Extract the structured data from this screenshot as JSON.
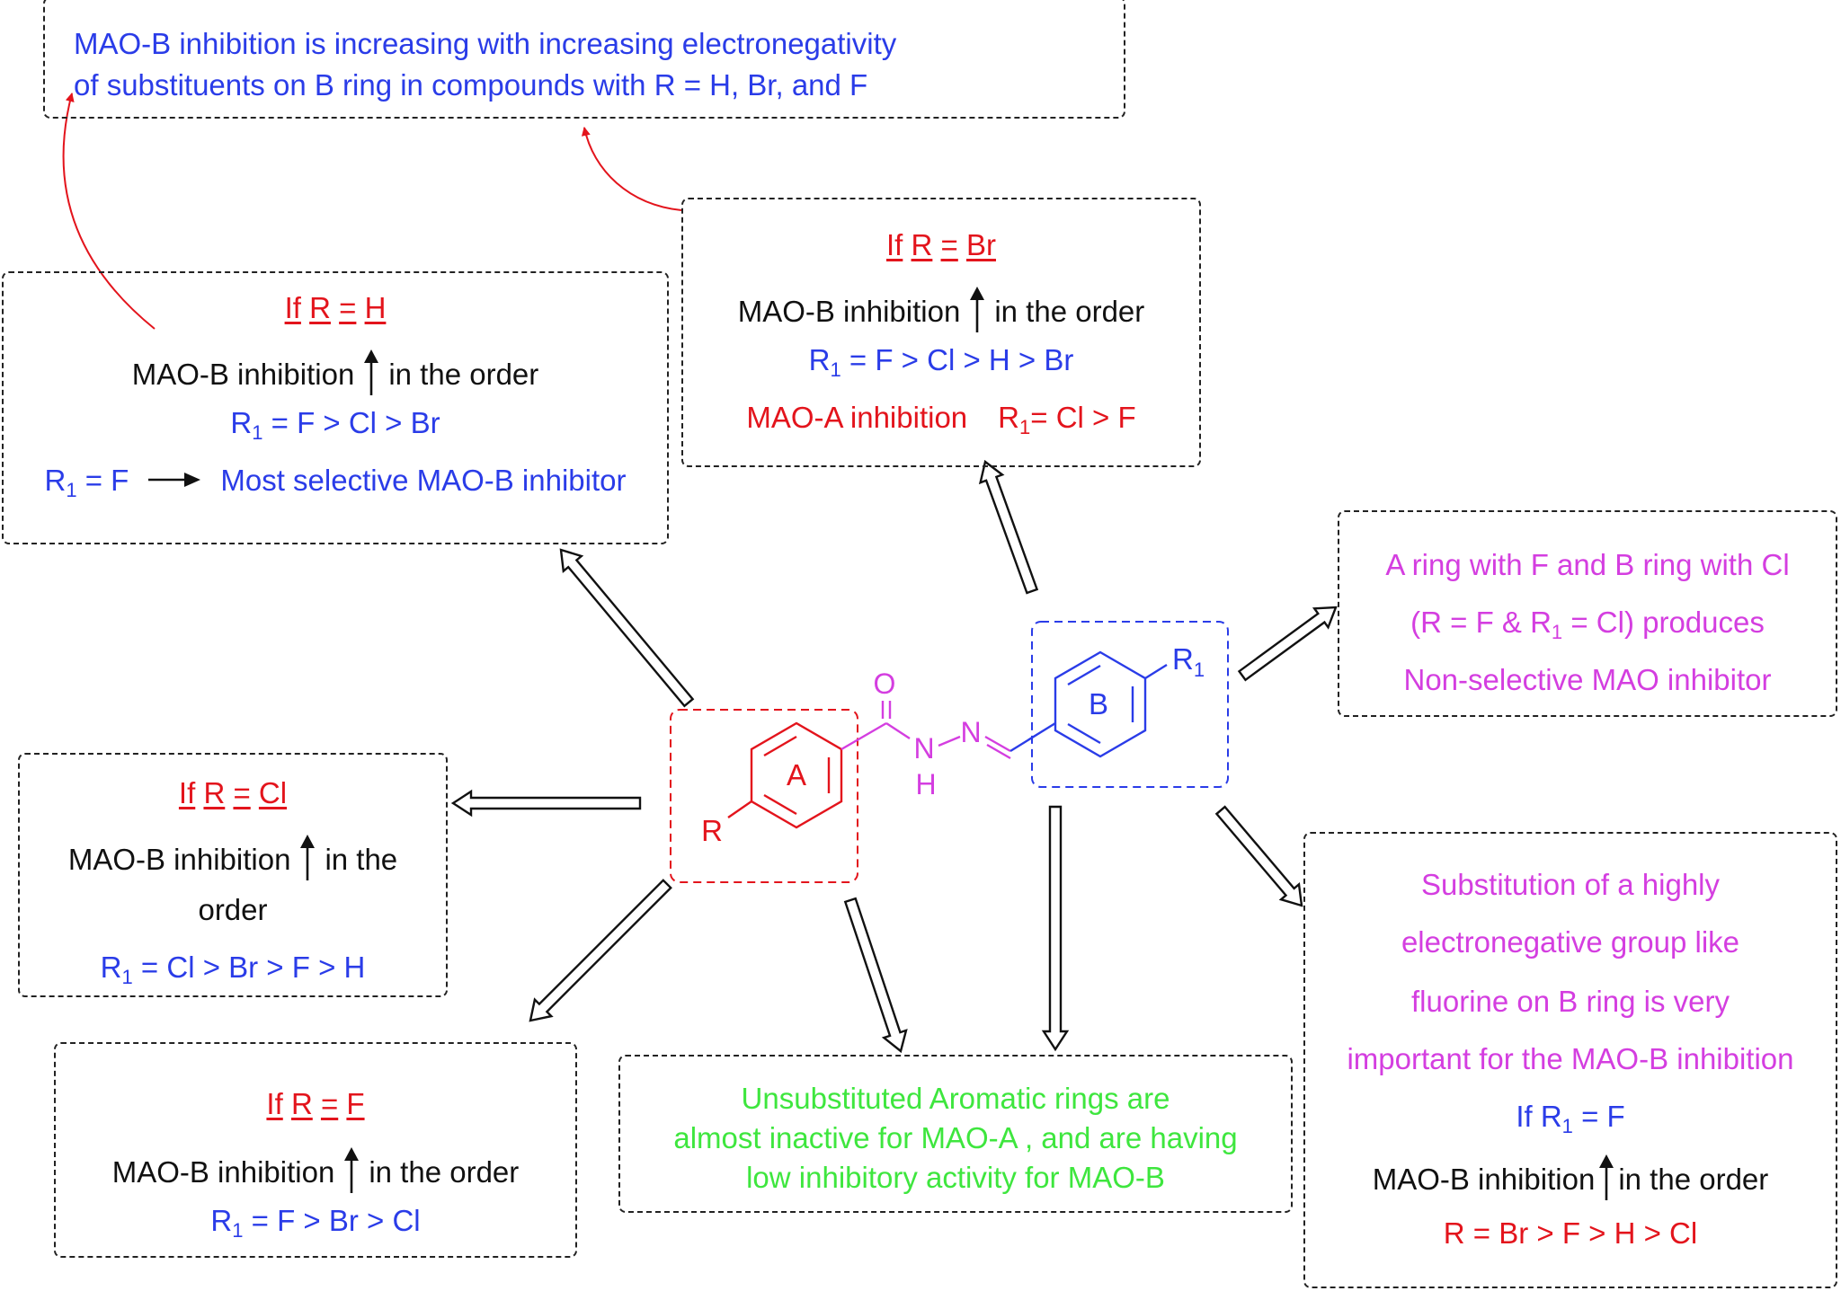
{
  "top_note": {
    "line1": "MAO-B inhibition is increasing with increasing electronegativity",
    "line2": "of substituents on B ring in compounds with R = H, Br, and F"
  },
  "box_h": {
    "cond_if": "If",
    "cond_r": "R",
    "cond_eq": "=",
    "cond_val": "H",
    "trend_pre": "MAO-B inhibition",
    "trend_post": "in the order",
    "order_r1": "R",
    "order_sub": "1",
    "order_rest": " = F > Cl > Br",
    "sel_r1": "R",
    "sel_sub": "1",
    "sel_eq": " = F",
    "sel_text": "Most selective MAO-B inhibitor"
  },
  "box_br": {
    "cond_if": "If",
    "cond_r": "R",
    "cond_eq": "=",
    "cond_val": "Br",
    "trend_pre": "MAO-B inhibition",
    "trend_post": "in the order",
    "order_r1": "R",
    "order_sub": "1",
    "order_rest": " = F > Cl > H > Br",
    "maoa_text": "MAO-A inhibition",
    "maoa_r1": "R",
    "maoa_sub": "1",
    "maoa_rest": "= Cl > F"
  },
  "box_nonsel": {
    "line1": "A ring with F and B ring with Cl",
    "line2_pre": "(R = F & R",
    "line2_sub": "1",
    "line2_post": " = Cl) produces",
    "line3": "Non-selective MAO inhibitor"
  },
  "box_cl": {
    "cond_if": "If",
    "cond_r": "R",
    "cond_eq": "=",
    "cond_val": "Cl",
    "trend_pre": "MAO-B inhibition",
    "trend_post": "in the",
    "trend_line2": "order",
    "order_r1": "R",
    "order_sub": "1",
    "order_rest": " = Cl > Br > F > H"
  },
  "box_f": {
    "cond_if": "If",
    "cond_r": "R",
    "cond_eq": "=",
    "cond_val": "F",
    "trend_pre": "MAO-B inhibition",
    "trend_post": "in the order",
    "order_r1": "R",
    "order_sub": "1",
    "order_rest": " = F > Br > Cl"
  },
  "box_unsub": {
    "line1": "Unsubstituted Aromatic rings  are",
    "line2": "almost inactive for MAO-A , and are having",
    "line3": "low inhibitory activity for MAO-B"
  },
  "box_fluorine": {
    "line1": "Substitution of a highly",
    "line2": "electronegative group like",
    "line3": "fluorine on B ring is very",
    "line4": "important for the MAO-B inhibition",
    "if_pre": "If R",
    "if_sub": "1",
    "if_post": " = F",
    "trend_pre": "MAO-B inhibition",
    "trend_post": "in the order",
    "order": "R = Br > F > H > Cl"
  },
  "molecule": {
    "ring_a": "A",
    "ring_b": "B",
    "r": "R",
    "r1": "R",
    "r1_sub": "1",
    "o": "O",
    "n1": "N",
    "h": "H",
    "n2": "N"
  },
  "colors": {
    "black_text": "#111111",
    "red": "#e3141c",
    "blue": "#2a3ce8",
    "magenta": "#d43ee0",
    "green": "#3ee63e"
  }
}
